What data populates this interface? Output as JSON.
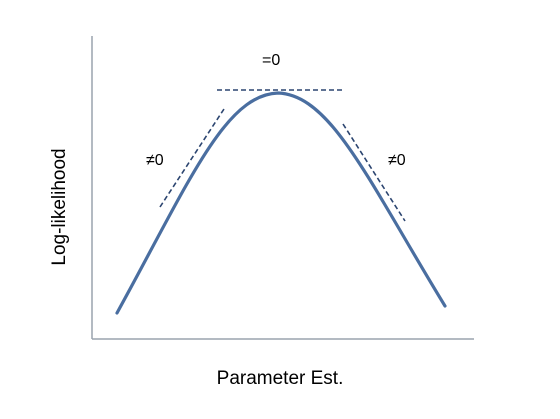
{
  "diagram": {
    "x_axis_label": "Parameter Est.",
    "y_axis_label": "Log-likelihood",
    "annotations": {
      "peak": "=0",
      "left_slope": "≠0",
      "right_slope": "≠0"
    },
    "colors": {
      "curve": "#4a6ea0",
      "tangent": "#2c4570",
      "axis": "#9aa3ae"
    }
  }
}
